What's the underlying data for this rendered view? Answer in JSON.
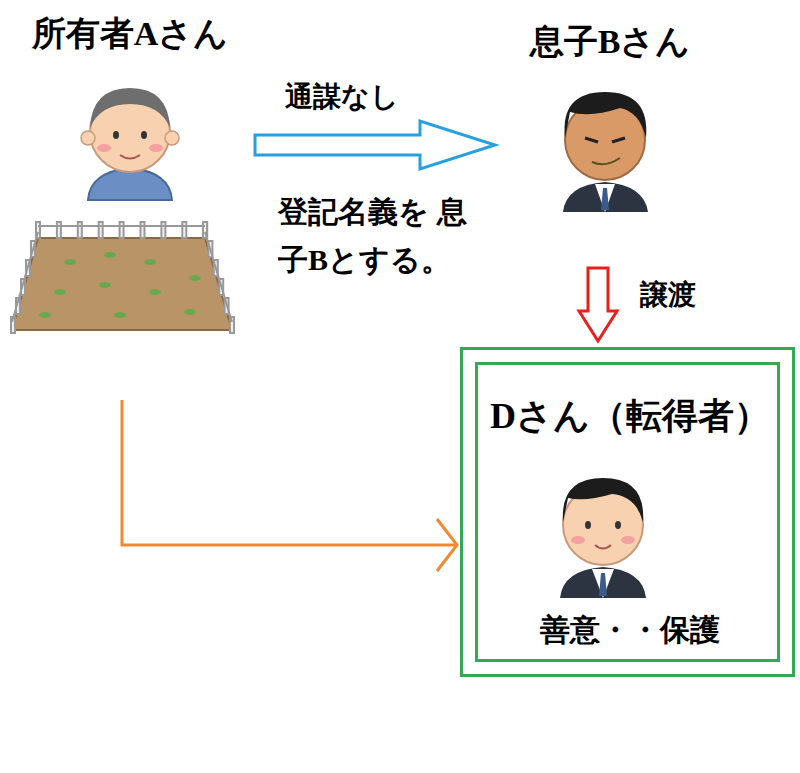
{
  "diagram": {
    "nodes": [
      {
        "text": [
          "所有者Aさん"
        ]
      },
      {
        "text": [
          "息子Bさん"
        ]
      },
      {
        "text": [
          "Dさん（転得者）",
          "善意・・保護"
        ]
      }
    ],
    "edges": [
      {
        "from": 0,
        "to": 1,
        "label": "通謀なし",
        "arrow": "to"
      },
      {
        "from": 1,
        "to": 2,
        "label": "譲渡",
        "arrow": "to"
      },
      {
        "from": 0,
        "to": 2,
        "arrow": "to"
      }
    ],
    "labels": [
      "登記名義を 息子Bとする。"
    ]
  }
}
